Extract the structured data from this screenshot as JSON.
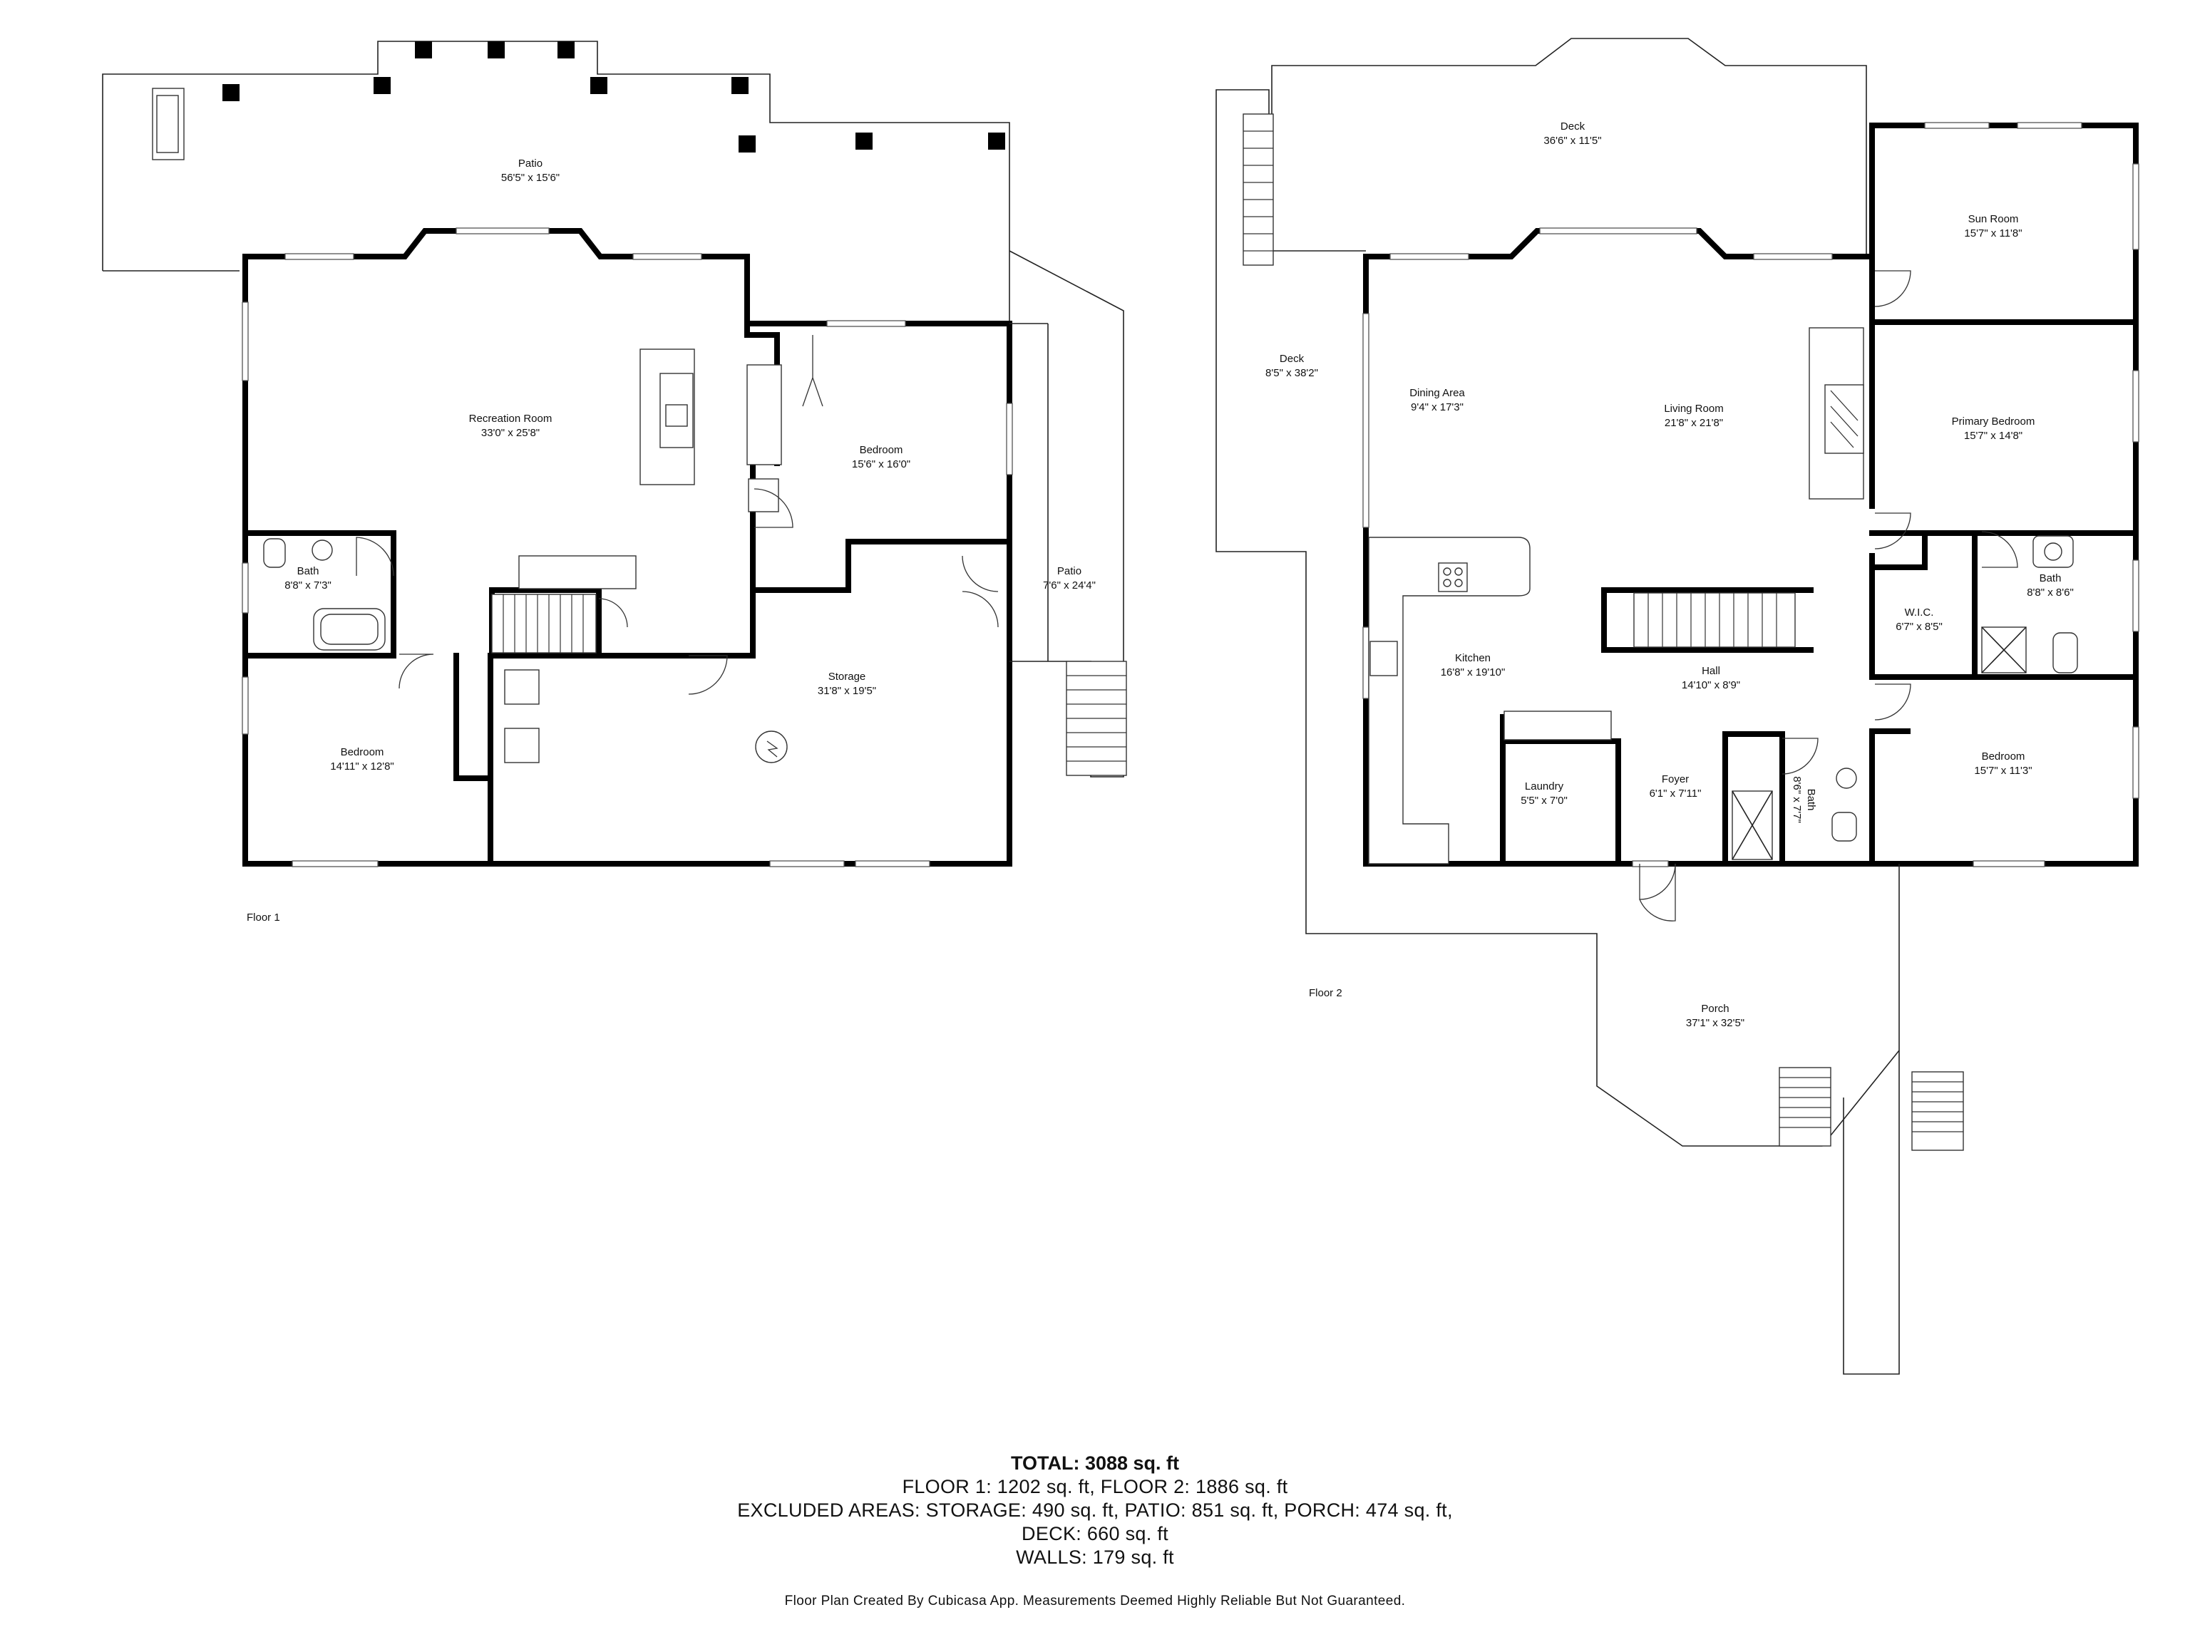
{
  "floors": [
    {
      "name": "Floor 1",
      "rooms": [
        {
          "id": "patio-top",
          "name": "Patio",
          "dim": "56'5\" x 15'6\""
        },
        {
          "id": "recreation-room",
          "name": "Recreation Room",
          "dim": "33'0\" x 25'8\""
        },
        {
          "id": "bedroom-f1-east",
          "name": "Bedroom",
          "dim": "15'6\" x 16'0\""
        },
        {
          "id": "bath-f1",
          "name": "Bath",
          "dim": "8'8\" x 7'3\""
        },
        {
          "id": "patio-east",
          "name": "Patio",
          "dim": "7'6\" x 24'4\""
        },
        {
          "id": "storage",
          "name": "Storage",
          "dim": "31'8\" x 19'5\""
        },
        {
          "id": "bedroom-f1-west",
          "name": "Bedroom",
          "dim": "14'11\" x 12'8\""
        }
      ]
    },
    {
      "name": "Floor 2",
      "rooms": [
        {
          "id": "deck-north",
          "name": "Deck",
          "dim": "36'6\" x 11'5\""
        },
        {
          "id": "sun-room",
          "name": "Sun Room",
          "dim": "15'7\" x 11'8\""
        },
        {
          "id": "deck-west",
          "name": "Deck",
          "dim": "8'5\" x 38'2\""
        },
        {
          "id": "dining-area",
          "name": "Dining Area",
          "dim": "9'4\" x 17'3\""
        },
        {
          "id": "living-room",
          "name": "Living Room",
          "dim": "21'8\" x 21'8\""
        },
        {
          "id": "primary-bedroom",
          "name": "Primary Bedroom",
          "dim": "15'7\" x 14'8\""
        },
        {
          "id": "wic",
          "name": "W.I.C.",
          "dim": "6'7\" x 8'5\""
        },
        {
          "id": "bath-primary",
          "name": "Bath",
          "dim": "8'8\" x 8'6\""
        },
        {
          "id": "kitchen",
          "name": "Kitchen",
          "dim": "16'8\" x 19'10\""
        },
        {
          "id": "hall",
          "name": "Hall",
          "dim": "14'10\" x 8'9\""
        },
        {
          "id": "laundry",
          "name": "Laundry",
          "dim": "5'5\" x 7'0\""
        },
        {
          "id": "foyer",
          "name": "Foyer",
          "dim": "6'1\" x 7'11\""
        },
        {
          "id": "bath-f2-small",
          "name": "Bath",
          "dim": "8'6\" x 7'7\""
        },
        {
          "id": "bedroom-f2",
          "name": "Bedroom",
          "dim": "15'7\" x 11'3\""
        },
        {
          "id": "porch",
          "name": "Porch",
          "dim": "37'1\" x 32'5\""
        }
      ]
    }
  ],
  "summary": {
    "total": "TOTAL: 3088 sq. ft",
    "floors_line": "FLOOR 1: 1202 sq. ft, FLOOR 2: 1886 sq. ft",
    "excluded_line": "EXCLUDED AREAS: STORAGE: 490 sq. ft, PATIO: 851 sq. ft, PORCH: 474 sq. ft,",
    "deck_line": "DECK: 660 sq. ft",
    "walls_line": "WALLS: 179 sq. ft"
  },
  "credit": "Floor Plan Created By Cubicasa App. Measurements Deemed Highly Reliable But Not Guaranteed."
}
